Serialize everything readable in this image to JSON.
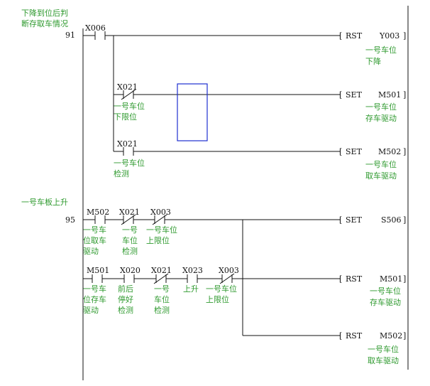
{
  "colors": {
    "wire": "#111111",
    "comment": "#2f9a2f",
    "cursor": "#1f2fd0",
    "background": "#ffffff"
  },
  "rungs": [
    {
      "comment": [
        "下降到位后判",
        "断存取车情况"
      ],
      "step": "91",
      "contacts": [
        {
          "id": "c1",
          "type": "no",
          "address": "X006",
          "note": []
        },
        {
          "id": "c2",
          "type": "nc",
          "address": "X021",
          "note": [
            "一号车位",
            "下限位"
          ]
        },
        {
          "id": "c3",
          "type": "no",
          "address": "X021",
          "note": [
            "一号车位",
            "检测"
          ]
        }
      ],
      "coils": [
        {
          "id": "o1",
          "instruction": "RST",
          "operand": "Y003",
          "note": [
            "一号车位",
            "下降"
          ]
        },
        {
          "id": "o2",
          "instruction": "SET",
          "operand": "M501",
          "note": [
            "一号车位",
            "存车驱动"
          ]
        },
        {
          "id": "o3",
          "instruction": "SET",
          "operand": "M502",
          "note": [
            "一号车位",
            "取车驱动"
          ]
        }
      ]
    },
    {
      "comment": [
        "一号车板上升"
      ],
      "step": "95",
      "contacts": [
        {
          "id": "c4",
          "type": "no",
          "address": "M502",
          "note": [
            "一号车",
            "位取车",
            "驱动"
          ]
        },
        {
          "id": "c5",
          "type": "nc",
          "address": "X021",
          "note": [
            "一号",
            "车位",
            "检测"
          ]
        },
        {
          "id": "c6",
          "type": "nc",
          "address": "X003",
          "note": [
            "一号车位",
            "上限位"
          ]
        },
        {
          "id": "c7",
          "type": "no",
          "address": "M501",
          "note": [
            "一号车",
            "位存车",
            "驱动"
          ]
        },
        {
          "id": "c8",
          "type": "no",
          "address": "X020",
          "note": [
            "前后",
            "停好",
            "检测"
          ]
        },
        {
          "id": "c9",
          "type": "nc",
          "address": "X021",
          "note": [
            "一号",
            "车位",
            "检测"
          ]
        },
        {
          "id": "c10",
          "type": "no",
          "address": "X023",
          "note": [
            "上升"
          ]
        },
        {
          "id": "c11",
          "type": "nc",
          "address": "X003",
          "note": [
            "一号车位",
            "上限位"
          ]
        }
      ],
      "coils": [
        {
          "id": "o4",
          "instruction": "SET",
          "operand": "S506",
          "note": []
        },
        {
          "id": "o5",
          "instruction": "RST",
          "operand": "M501",
          "note": [
            "一号车位",
            "存车驱动"
          ]
        },
        {
          "id": "o6",
          "instruction": "RST",
          "operand": "M502",
          "note": [
            "一号车位",
            "取车驱动"
          ]
        }
      ]
    }
  ]
}
